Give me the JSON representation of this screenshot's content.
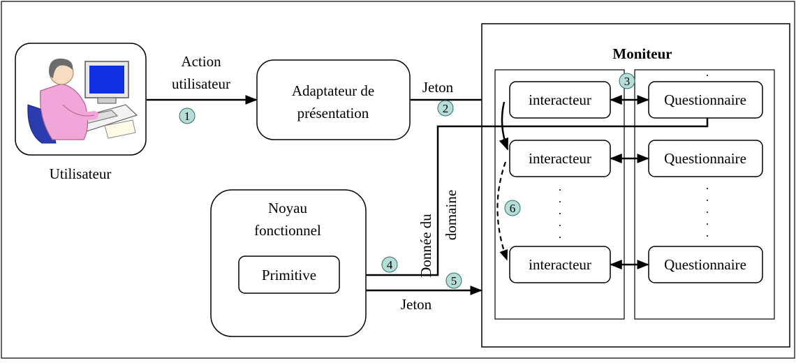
{
  "user": {
    "label": "Utilisateur"
  },
  "action_label": {
    "line1": "Action",
    "line2": "utilisateur"
  },
  "adapter": {
    "line1": "Adaptateur de",
    "line2": "présentation"
  },
  "token_label_top": "Jeton",
  "token_label_bottom": "Jeton",
  "domain_data_label": {
    "line1": "Donnée du",
    "line2": "domaine"
  },
  "core": {
    "line1": "Noyau",
    "line2": "fonctionnel",
    "primitive": "Primitive"
  },
  "monitor": {
    "title": "Moniteur",
    "interactors": [
      "interacteur",
      "interacteur",
      "interacteur"
    ],
    "questionnaires": [
      "Questionnaire",
      "Questionnaire",
      "Questionnaire"
    ]
  },
  "steps": [
    "1",
    "2",
    "3",
    "4",
    "5",
    "6"
  ],
  "colors": {
    "step_fill": "#b7ddd8",
    "stroke": "#000000",
    "monitor_fill": "#ffffff"
  }
}
